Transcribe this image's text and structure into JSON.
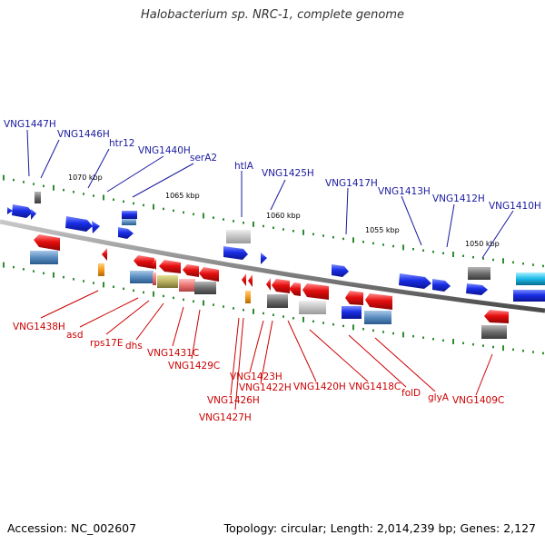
{
  "title": "Halobacterium sp. NRC-1, complete genome",
  "footer": {
    "accession": "Accession: NC_002607",
    "summary": "Topology: circular; Length: 2,014,239 bp; Genes: 2,127"
  },
  "colors": {
    "forward_label": "#1a1aa0",
    "reverse_label": "#cc0000",
    "forward_gene": "#1a2ee6",
    "reverse_gene": "#e60f0f",
    "backbone": "#8a8a8a",
    "tick": "#2e8b2e"
  },
  "ruler_labels": [
    "1070 kbp",
    "1065 kbp",
    "1060 kbp",
    "1055 kbp",
    "1050 kbp"
  ],
  "forward_labels": [
    "VNG1447H",
    "VNG1446H",
    "htr12",
    "VNG1440H",
    "serA2",
    "htlA",
    "VNG1425H",
    "VNG1417H",
    "VNG1413H",
    "VNG1412H",
    "VNG1410H"
  ],
  "reverse_labels": [
    "VNG1438H",
    "asd",
    "rps17E",
    "dhs",
    "VNG1431C",
    "VNG1429C",
    "VNG1426H",
    "VNG1427H",
    "VNG1423H",
    "VNG1422H",
    "VNG1420H",
    "VNG1418C",
    "folD",
    "glyA",
    "VNG1409C"
  ]
}
